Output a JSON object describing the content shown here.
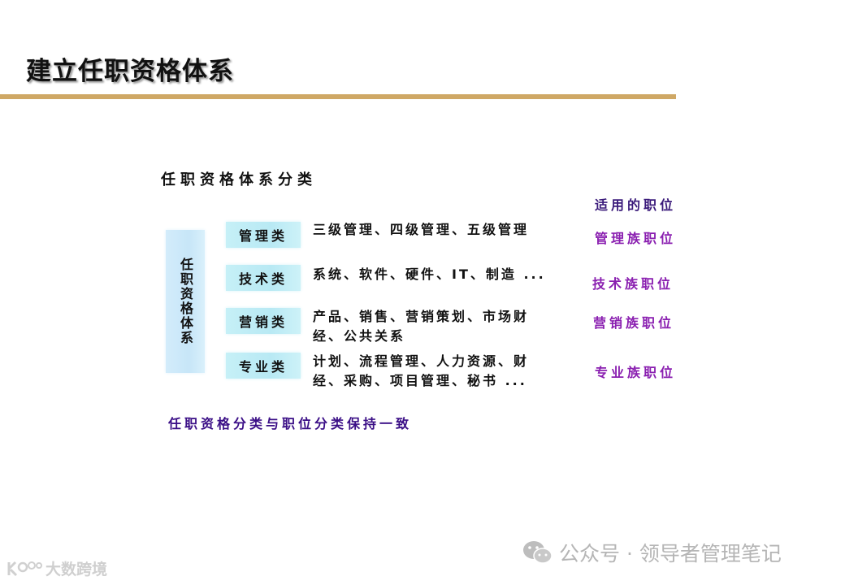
{
  "header": {
    "title": "建立任职资格体系",
    "rule_color": "#cfa865"
  },
  "diagram": {
    "subtitle": "任职资格体系分类",
    "root_label": "任职资格体系",
    "column_header": "适用的职位",
    "categories": [
      {
        "label": "管理类",
        "description": "三级管理、四级管理、五级管理",
        "position": "管理族职位"
      },
      {
        "label": "技术类",
        "description": "系统、软件、硬件、IT、制造 ...",
        "position": "技术族职位"
      },
      {
        "label": "营销类",
        "description": "产品、销售、营销策划、市场财经、公共关系",
        "position": "营销族职位"
      },
      {
        "label": "专业类",
        "description": "计划、流程管理、人力资源、财经、采购、项目管理、秘书 ...",
        "position": "专业族职位"
      }
    ],
    "footnote": "任职资格分类与职位分类保持一致",
    "colors": {
      "position_text": "#8a1fb0",
      "header_text": "#3a1a7a",
      "box_fill": "#c6f0f7"
    }
  },
  "watermarks": {
    "right": "公众号 · 领导者管理笔记",
    "left": "大数跨境"
  }
}
